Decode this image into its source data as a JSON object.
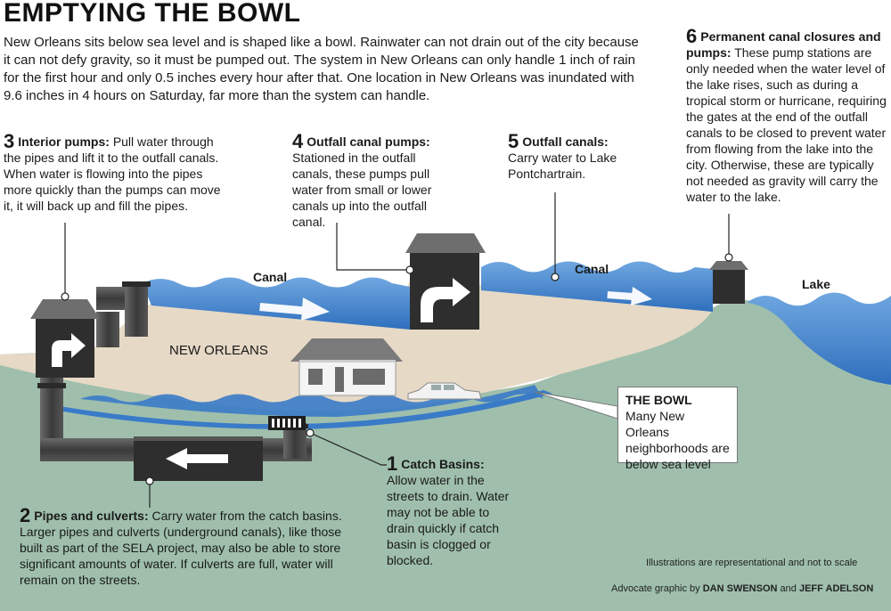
{
  "title": "EMPTYING THE BOWL",
  "intro": "New Orleans sits below sea level and is shaped like a bowl. Rainwater can not drain out of the city because it can not defy gravity, so it must be pumped out. The system in New Orleans can only handle 1 inch of rain for the first hour and only 0.5 inches every hour after that. One location in New Orleans was inundated with 9.6 inches in 4 hours on Saturday, far more than the system can handle.",
  "steps": {
    "s1": {
      "num": "1",
      "heading": "Catch Basins:",
      "body": "Allow water in the streets to drain. Water may not be able to drain quickly if catch basin is clogged or blocked."
    },
    "s2": {
      "num": "2",
      "heading": "Pipes and culverts:",
      "body": "Carry water from the catch basins. Larger pipes and culverts (underground canals), like those built as part of the SELA project, may also be able to store significant amounts of water. If culverts are full, water will remain on the streets."
    },
    "s3": {
      "num": "3",
      "heading": "Interior pumps:",
      "body": "Pull water through the pipes and lift it to the outfall canals. When water is flowing into the pipes more quickly than the pumps can move it, it will back up and fill the pipes."
    },
    "s4": {
      "num": "4",
      "heading": "Outfall canal pumps:",
      "body": "Stationed in the outfall canals, these pumps pull water from small or lower canals up into the outfall canal."
    },
    "s5": {
      "num": "5",
      "heading": "Outfall canals:",
      "body": "Carry water to Lake Pontchartrain."
    },
    "s6": {
      "num": "6",
      "heading": "Permanent canal closures and pumps:",
      "body": "These pump stations are only needed when the water level of the lake rises, such as during a tropical storm or hurricane, requiring the gates at the end of the outfall canals to be closed to prevent water from flowing from the lake into the city. Otherwise, these are typically not needed as gravity will carry the water to the lake."
    }
  },
  "labels": {
    "canal_left": "Canal",
    "canal_right": "Canal",
    "lake": "Lake",
    "city": "NEW ORLEANS"
  },
  "bowl_box": {
    "heading": "THE BOWL",
    "body": "Many New Orleans neighborhoods are below sea level"
  },
  "footer": {
    "disclaimer": "Illustrations are representational and not to scale",
    "credit_prefix": "Advocate graphic by",
    "author1": "DAN SWENSON",
    "credit_and": "and",
    "author2": "JEFF ADELSON"
  },
  "colors": {
    "water": "#3a7bc8",
    "water_light": "#6fa7e0",
    "land_sand": "#e6d9c6",
    "ground": "#9fbfac",
    "pump": "#2e2e2e",
    "pipe": "#4a4a4a"
  }
}
